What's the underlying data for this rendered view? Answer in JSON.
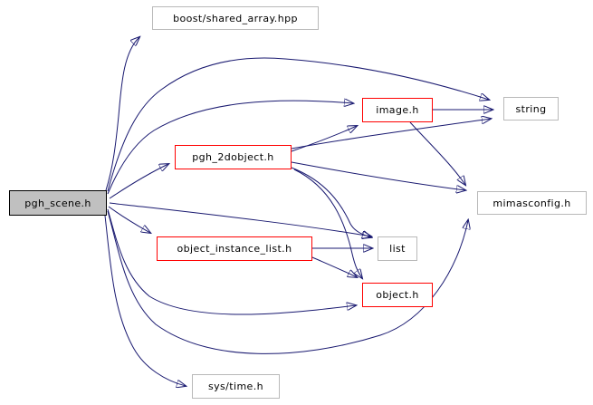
{
  "diagram": {
    "type": "include-dependency-graph",
    "colors": {
      "edge": "#191970",
      "main_node_fill": "#c0c0c0",
      "main_node_border": "#000000",
      "internal_node_border": "#ff0000",
      "external_node_border": "#b9b9b9",
      "node_fill": "#ffffff",
      "text": "#000000",
      "background": "#ffffff"
    },
    "nodes": [
      {
        "id": "pgh_scene",
        "label": "pgh_scene.h",
        "type": "main"
      },
      {
        "id": "boost_shared_array",
        "label": "boost/shared_array.hpp",
        "type": "external"
      },
      {
        "id": "image",
        "label": "image.h",
        "type": "internal"
      },
      {
        "id": "string",
        "label": "string",
        "type": "external"
      },
      {
        "id": "pgh_2dobject",
        "label": "pgh_2dobject.h",
        "type": "internal"
      },
      {
        "id": "mimasconfig",
        "label": "mimasconfig.h",
        "type": "external"
      },
      {
        "id": "object_instance_list",
        "label": "object_instance_list.h",
        "type": "internal"
      },
      {
        "id": "list",
        "label": "list",
        "type": "external"
      },
      {
        "id": "object",
        "label": "object.h",
        "type": "internal"
      },
      {
        "id": "sys_time",
        "label": "sys/time.h",
        "type": "external"
      }
    ],
    "edges": [
      {
        "from": "pgh_scene",
        "to": "boost_shared_array"
      },
      {
        "from": "pgh_scene",
        "to": "string"
      },
      {
        "from": "pgh_scene",
        "to": "image"
      },
      {
        "from": "pgh_scene",
        "to": "pgh_2dobject"
      },
      {
        "from": "pgh_scene",
        "to": "mimasconfig"
      },
      {
        "from": "pgh_scene",
        "to": "object_instance_list"
      },
      {
        "from": "pgh_scene",
        "to": "list"
      },
      {
        "from": "pgh_scene",
        "to": "object"
      },
      {
        "from": "pgh_scene",
        "to": "sys_time"
      },
      {
        "from": "pgh_2dobject",
        "to": "image"
      },
      {
        "from": "pgh_2dobject",
        "to": "string"
      },
      {
        "from": "pgh_2dobject",
        "to": "mimasconfig"
      },
      {
        "from": "pgh_2dobject",
        "to": "list"
      },
      {
        "from": "pgh_2dobject",
        "to": "object"
      },
      {
        "from": "image",
        "to": "string"
      },
      {
        "from": "image",
        "to": "mimasconfig"
      },
      {
        "from": "object_instance_list",
        "to": "list"
      },
      {
        "from": "object_instance_list",
        "to": "object"
      }
    ]
  }
}
